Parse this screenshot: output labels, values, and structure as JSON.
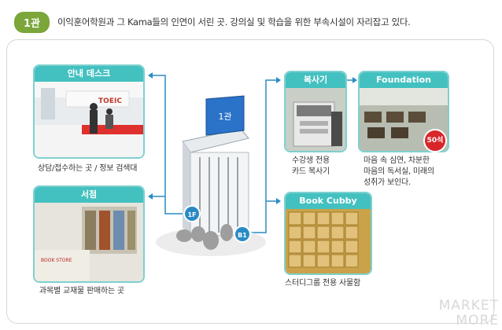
{
  "header": {
    "floor_badge": "1관",
    "text": "이익훈어학원과 그 Kama들의 인연이 서린 곳. 강의실 및 학습을 위한 부속시설이 자리잡고 있다."
  },
  "cards": {
    "info_desk": {
      "title": "안내 데스크",
      "caption": "상담/접수하는 곳 / 정보 검색대",
      "sign": "TOEIC"
    },
    "bookstore": {
      "title": "서점",
      "caption": "과목별 교재물 판매하는 곳",
      "sign": "BOOK STORE"
    },
    "copy": {
      "title": "복사기",
      "caption_line1": "수강생 전용",
      "caption_line2": "카드 복사기"
    },
    "library": {
      "title": "Foundation Library",
      "badge": "50석",
      "caption_line1": "마음 속 심연, 차분한",
      "caption_line2": "마음의 독서실, 미래의",
      "caption_line3": "성취가 보인다."
    },
    "cubby": {
      "title": "Book Cubby",
      "caption": "스터디그룹 전용 사물함"
    }
  },
  "building": {
    "screen_label": "1관",
    "floor_1": "1F",
    "floor_b1": "B1"
  },
  "watermark": {
    "line1": "MARKET",
    "line2": "MORE"
  },
  "colors": {
    "accent": "#43c1c0",
    "badge_green": "#7aa63a",
    "arrow": "#2a8bc4",
    "library_badge": "#d8262a"
  }
}
